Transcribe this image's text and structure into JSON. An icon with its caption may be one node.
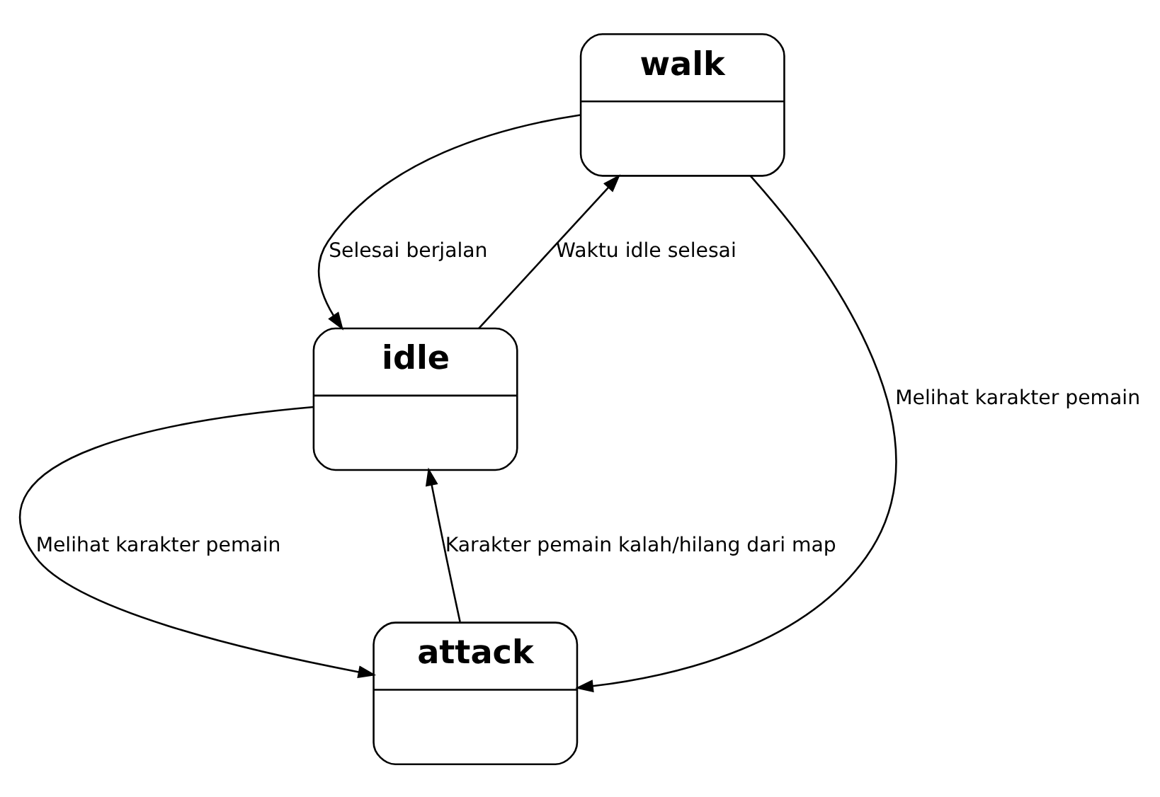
{
  "diagram": {
    "nodes": [
      {
        "text": [
          "walk"
        ]
      },
      {
        "text": [
          "idle"
        ]
      },
      {
        "text": [
          "attack"
        ]
      }
    ],
    "edges": [
      {
        "from": 0,
        "to": 2,
        "arrow": "to",
        "label": "Melihat karakter pemain"
      },
      {
        "from": 0,
        "to": 1,
        "arrow": "to",
        "label": "Selesai berjalan"
      },
      {
        "from": 1,
        "to": 0,
        "arrow": "to",
        "label": "Waktu idle selesai"
      },
      {
        "from": 1,
        "to": 2,
        "arrow": "to",
        "label": "Melihat karakter pemain"
      },
      {
        "from": 2,
        "to": 1,
        "arrow": "to",
        "label": "Karakter pemain kalah/hilang dari map"
      }
    ]
  }
}
